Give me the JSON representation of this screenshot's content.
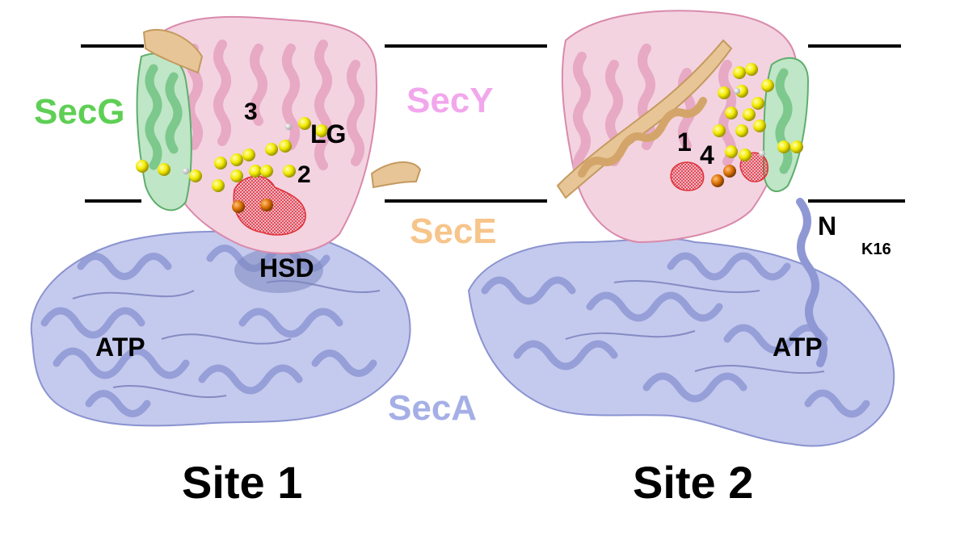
{
  "colors": {
    "secg": "#5ecf55",
    "secy": "#f2a7ec",
    "sece": "#f7c48a",
    "seca": "#a5afe6",
    "secy_cartoon": "#efbcd1",
    "secg_cartoon": "#94d7a0",
    "sece_cartoon": "#e7c596",
    "seca_cartoon": "#b7bde6",
    "seca_shadow": "#7d86bf",
    "bead_yellow": "#f3ea00",
    "bead_orange": "#de7306",
    "density_red": "#e0303a",
    "membrane_line": "#000000"
  },
  "labels": {
    "secg": "SecG",
    "secy": "SecY",
    "sece": "SecE",
    "seca": "SecA",
    "site1_helix3": "3",
    "site1_lg": "LG",
    "site1_helix2": "2",
    "site1_hsd": "HSD",
    "site1_atp": "ATP",
    "site2_helix1": "1",
    "site2_helix4": "4",
    "site2_n": "N",
    "site2_k16": "K16",
    "site2_atp": "ATP"
  },
  "titles": {
    "site1": "Site 1",
    "site2": "Site 2"
  },
  "icons": [
    "secy-ribbon",
    "secg-ribbon",
    "sece-ribbon",
    "seca-ribbon",
    "bead-cluster",
    "density-mesh"
  ]
}
